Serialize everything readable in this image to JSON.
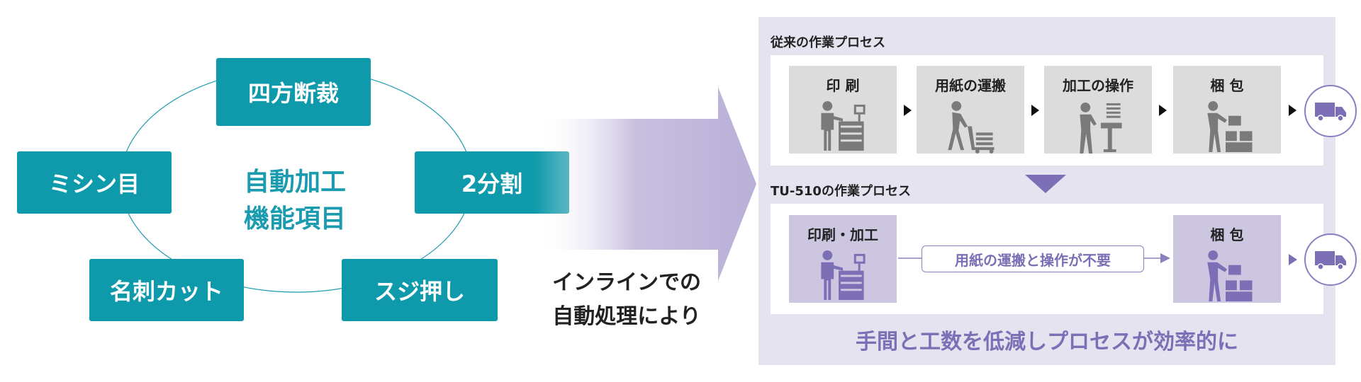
{
  "left": {
    "center_label": [
      "自動加工",
      "機能項目"
    ],
    "items": [
      {
        "label": "四方断裁"
      },
      {
        "label": "2分割"
      },
      {
        "label": "スジ押し"
      },
      {
        "label": "名刺カット"
      },
      {
        "label": "ミシン目"
      }
    ]
  },
  "middle": {
    "caption": [
      "インラインでの",
      "自動処理により"
    ]
  },
  "right": {
    "traditional": {
      "title": "従来の作業プロセス",
      "steps": [
        "印 刷",
        "用紙の運搬",
        "加工の操作",
        "梱 包"
      ]
    },
    "tu510": {
      "title": "TU-510の作業プロセス",
      "steps": [
        "印刷・加工",
        "梱 包"
      ],
      "skip_note": "用紙の運搬と操作が不要"
    },
    "result": "手間と工数を低減しプロセスが効率的に"
  },
  "colors": {
    "teal": "#0f9aab",
    "teal_text": "#1a9bb0",
    "purple": "#7c6fb6",
    "panel": "#e6e3f0",
    "gray_box": "#dcdcdc",
    "purple_box": "#cdc6e1"
  },
  "icons": [
    "person-printer-icon",
    "person-cart-icon",
    "person-machine-icon",
    "person-boxes-icon",
    "truck-icon",
    "down-arrow-icon"
  ]
}
